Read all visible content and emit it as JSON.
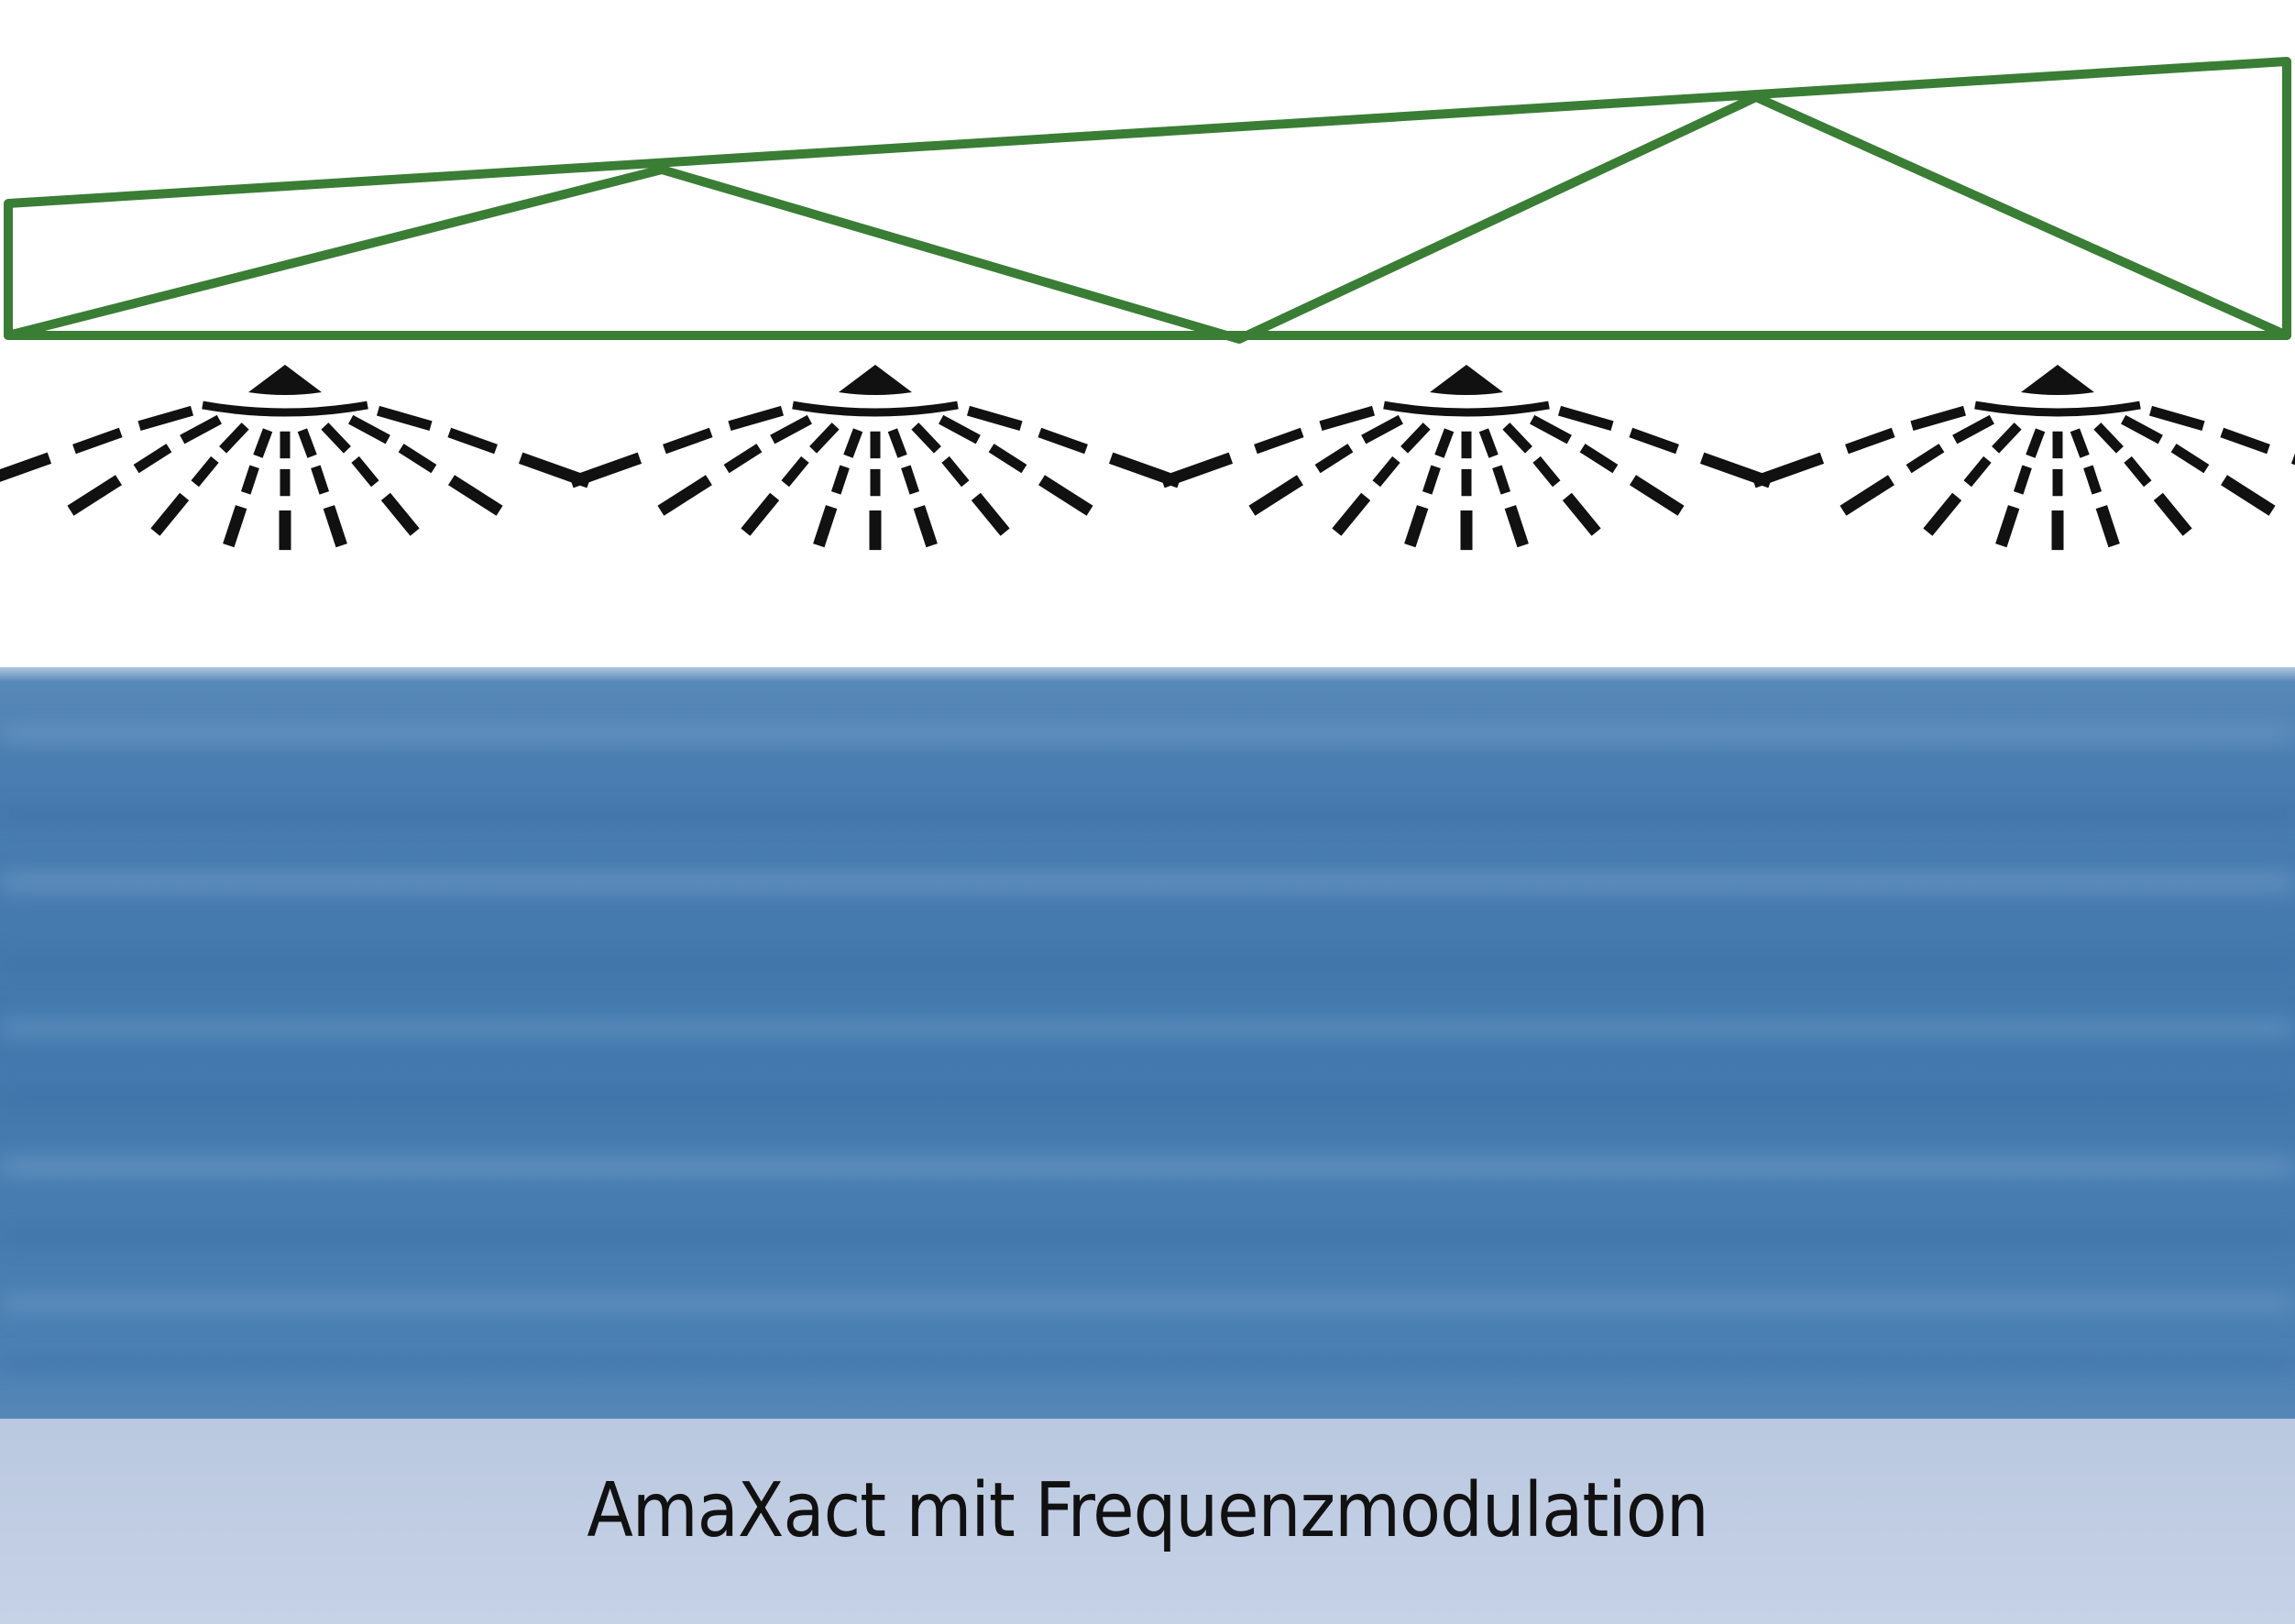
{
  "caption": "AmaXact mit Frequenzmodulation",
  "colors": {
    "boom": "#3a7d35",
    "nozzle": "#111111",
    "treated_area": "#4a7fb0",
    "ground_strip": "#c2cee3",
    "background": "#ffffff"
  },
  "nozzles": [
    {
      "name": "nozzle-1",
      "icon": "spray-fan-icon"
    },
    {
      "name": "nozzle-2",
      "icon": "spray-fan-icon"
    },
    {
      "name": "nozzle-3",
      "icon": "spray-fan-icon"
    },
    {
      "name": "nozzle-4",
      "icon": "spray-fan-icon"
    }
  ]
}
